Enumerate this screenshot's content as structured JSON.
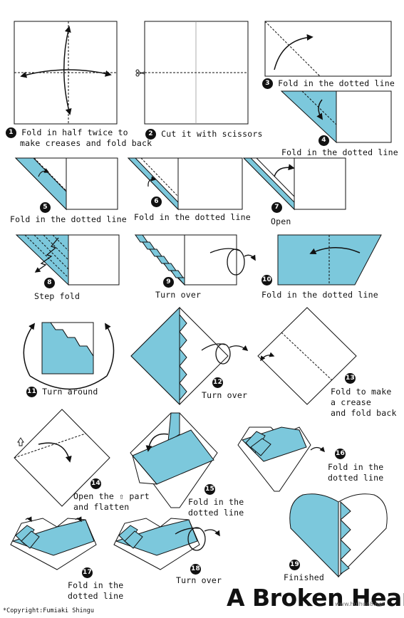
{
  "title": "A Broken Heart",
  "copyright": "*Copyright:Fumiaki Shingu",
  "watermark": "www.huihua8.net",
  "colors": {
    "paper": "#7cc8dc",
    "line": "#111111",
    "background": "#ffffff"
  },
  "steps": [
    {
      "num": "1",
      "line1": "Fold in half twice to",
      "line2": "make creases and fold back"
    },
    {
      "num": "2",
      "line1": "Cut it with scissors"
    },
    {
      "num": "3",
      "line1": "Fold in the dotted line"
    },
    {
      "num": "4",
      "line1": "Fold in the dotted line"
    },
    {
      "num": "5",
      "line1": "Fold in the dotted line"
    },
    {
      "num": "6",
      "line1": "Fold in the dotted line"
    },
    {
      "num": "7",
      "line1": "Open"
    },
    {
      "num": "8",
      "line1": "Step fold"
    },
    {
      "num": "9",
      "line1": "Turn over"
    },
    {
      "num": "10",
      "line1": "Fold in the dotted line"
    },
    {
      "num": "11",
      "line1": "Turn around"
    },
    {
      "num": "12",
      "line1": "Turn over"
    },
    {
      "num": "13",
      "line1": "Fold to make",
      "line2": "a crease",
      "line3": "and fold back"
    },
    {
      "num": "14",
      "line1": "Open the ⇧ part",
      "line2": "and flatten"
    },
    {
      "num": "15",
      "line1": "Fold in the",
      "line2": "dotted line"
    },
    {
      "num": "16",
      "line1": "Fold in the",
      "line2": "dotted line"
    },
    {
      "num": "17",
      "line1": "Fold in the",
      "line2": "dotted line"
    },
    {
      "num": "18",
      "line1": "Turn over"
    },
    {
      "num": "19",
      "line1": "Finished"
    }
  ]
}
